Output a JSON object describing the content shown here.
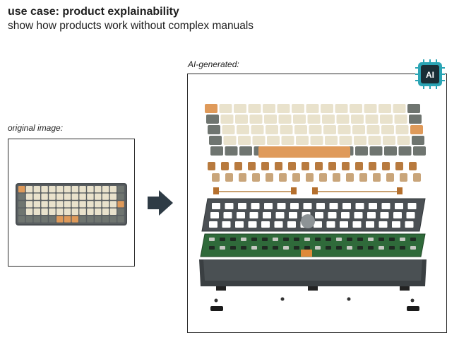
{
  "header": {
    "title": "use case: product explainability",
    "subtitle": "show how products work without complex manuals"
  },
  "original_panel": {
    "caption": "original image:"
  },
  "ai_panel": {
    "caption": "AI-generated:",
    "badge": "AI"
  },
  "colors": {
    "cream_key": "#e9e2cc",
    "grey_key": "#6f7570",
    "orange_key": "#df9a5a",
    "pcb_green": "#2f6a3a",
    "plate": "#4b5054",
    "case": "#3a3f42",
    "badge_teal": "#3aa8b6"
  },
  "icons": [
    "right-arrow-icon",
    "ai-chip-icon"
  ]
}
